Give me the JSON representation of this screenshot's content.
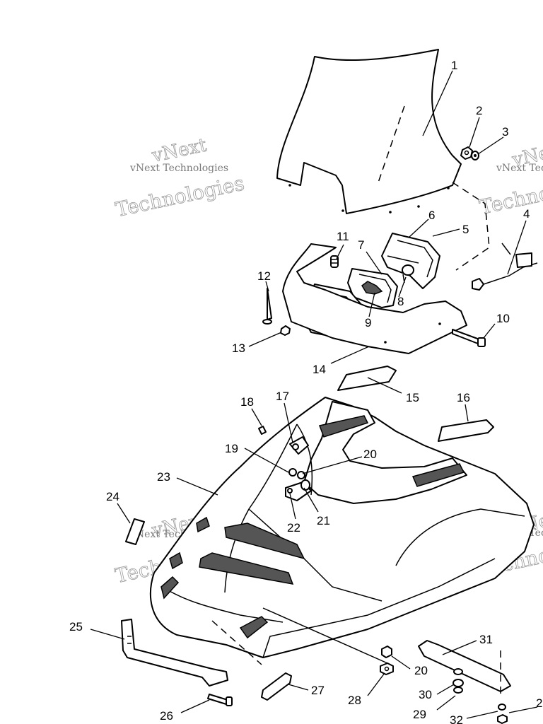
{
  "watermark": {
    "brand": "vNext",
    "company": "Technologies",
    "full": "vNext Technologies"
  },
  "callouts": [
    "1",
    "2",
    "3",
    "4",
    "5",
    "6",
    "7",
    "8",
    "9",
    "10",
    "11",
    "12",
    "13",
    "14",
    "15",
    "16",
    "17",
    "18",
    "19",
    "20",
    "20",
    "21",
    "22",
    "23",
    "24",
    "25",
    "26",
    "27",
    "28",
    "29",
    "30",
    "31",
    "32",
    "2"
  ]
}
